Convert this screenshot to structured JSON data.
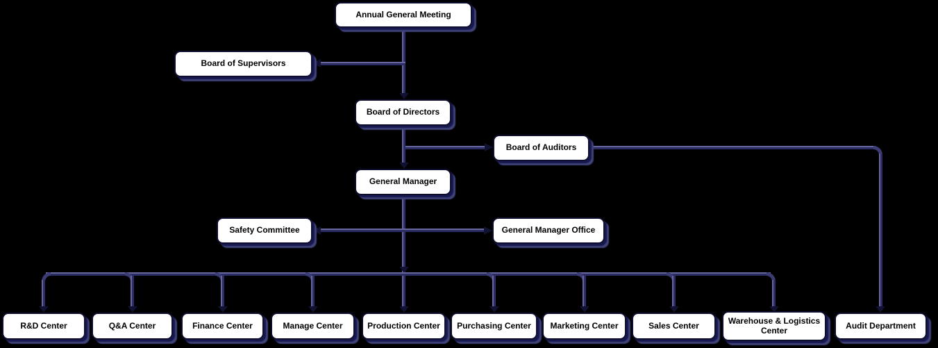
{
  "diagram": {
    "type": "org-chart",
    "palette": {
      "background": "#000000",
      "node_fill": "#ffffff",
      "node_border": "#0e0e2e",
      "node_shadow": "#3e4276",
      "connector": "#2d2d65",
      "connector_highlight": "#67679e",
      "arrowhead": "#111132",
      "text": "#000000"
    },
    "nodes": {
      "agm": {
        "label": "Annual General Meeting"
      },
      "supervisors": {
        "label": "Board of Supervisors"
      },
      "directors": {
        "label": "Board of Directors"
      },
      "auditors": {
        "label": "Board of Auditors"
      },
      "gm": {
        "label": "General Manager"
      },
      "safety": {
        "label": "Safety Committee"
      },
      "gmoffice": {
        "label": "General Manager Office"
      },
      "rnd": {
        "label": "R&D Center"
      },
      "qa": {
        "label": "Q&A Center"
      },
      "finance": {
        "label": "Finance Center"
      },
      "manage": {
        "label": "Manage Center"
      },
      "production": {
        "label": "Production Center"
      },
      "purchasing": {
        "label": "Purchasing Center"
      },
      "marketing": {
        "label": "Marketing Center"
      },
      "sales": {
        "label": "Sales Center"
      },
      "warehouse": {
        "label": "Warehouse & Logistics Center"
      },
      "audit": {
        "label": "Audit Department"
      }
    },
    "edges": [
      {
        "from": "Annual General Meeting",
        "to": "Board of Supervisors"
      },
      {
        "from": "Annual General Meeting",
        "to": "Board of Directors"
      },
      {
        "from": "Board of Directors",
        "to": "Board of Auditors"
      },
      {
        "from": "Board of Directors",
        "to": "General Manager"
      },
      {
        "from": "Board of Auditors",
        "to": "Audit Department"
      },
      {
        "from": "General Manager",
        "to": "Safety Committee"
      },
      {
        "from": "General Manager",
        "to": "General Manager Office"
      },
      {
        "from": "General Manager",
        "to": "R&D Center"
      },
      {
        "from": "General Manager",
        "to": "Q&A Center"
      },
      {
        "from": "General Manager",
        "to": "Finance Center"
      },
      {
        "from": "General Manager",
        "to": "Manage Center"
      },
      {
        "from": "General Manager",
        "to": "Production Center"
      },
      {
        "from": "General Manager",
        "to": "Purchasing Center"
      },
      {
        "from": "General Manager",
        "to": "Marketing Center"
      },
      {
        "from": "General Manager",
        "to": "Sales Center"
      },
      {
        "from": "General Manager",
        "to": "Warehouse & Logistics Center"
      }
    ]
  }
}
